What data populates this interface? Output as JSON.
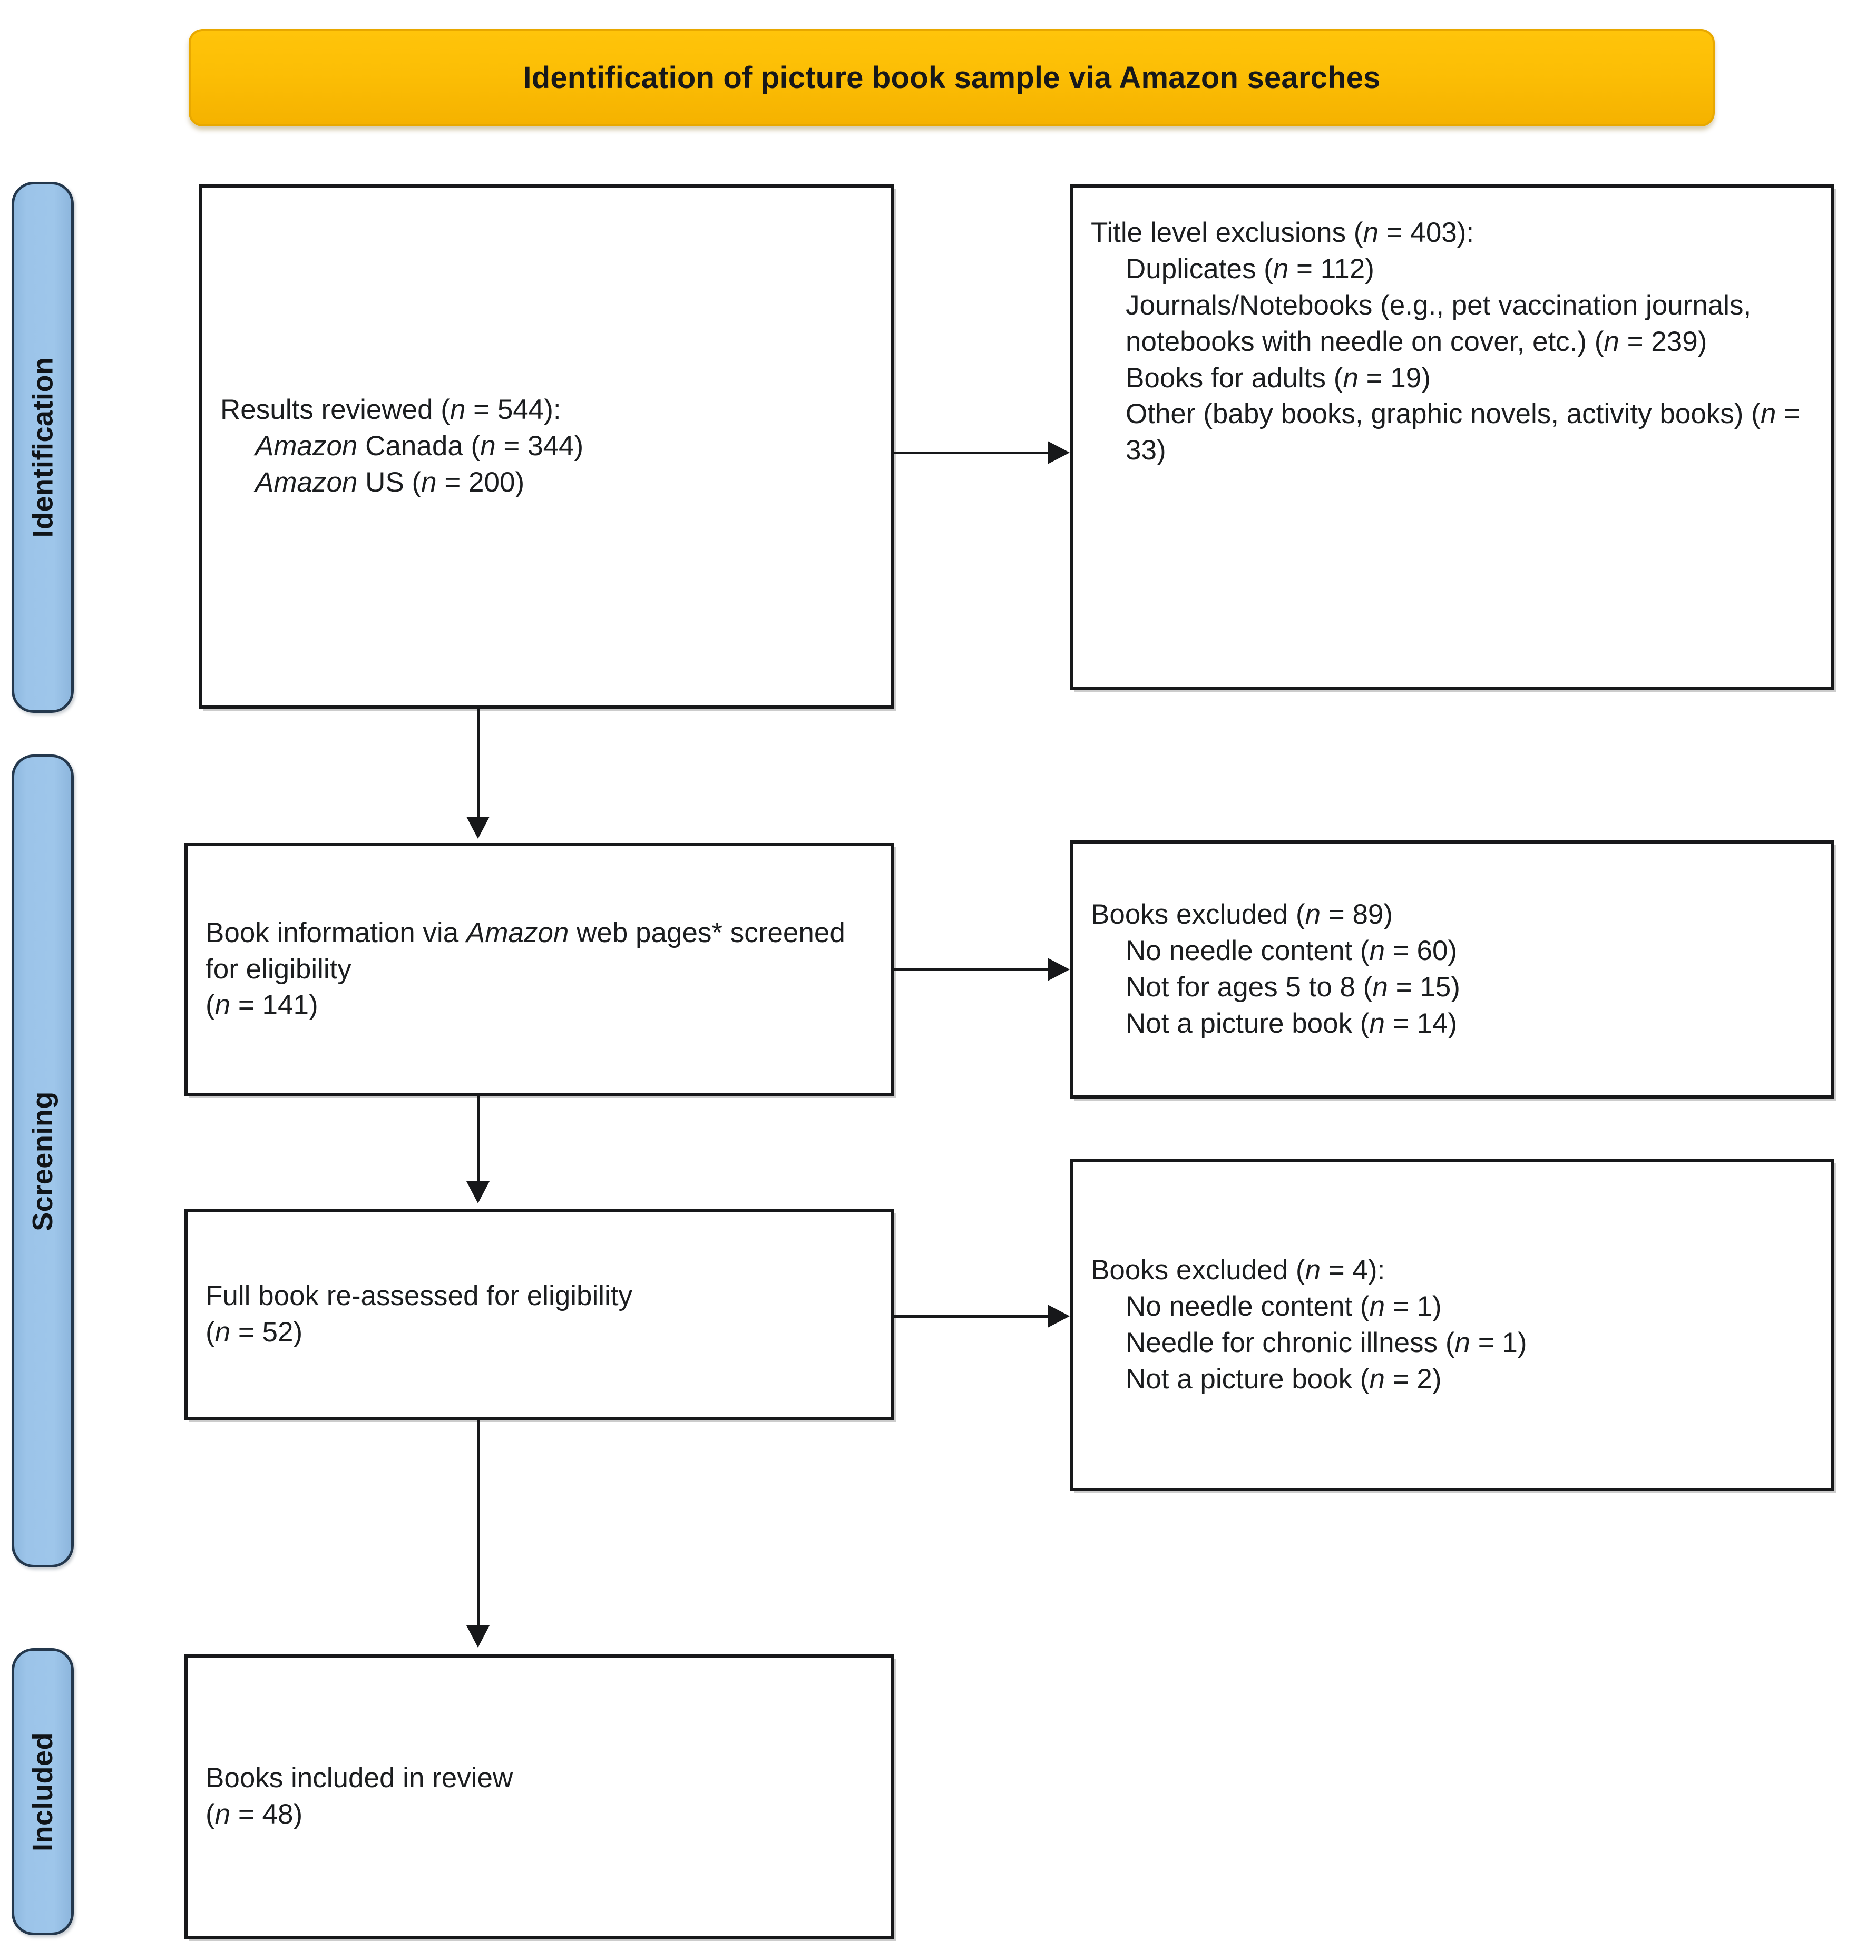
{
  "header": {
    "title": "Identification of picture book sample via Amazon searches",
    "background_color": "#FBBC05",
    "text_color": "#17181a"
  },
  "stages": {
    "background_color": "#9DC3E6",
    "border_color": "#24384d",
    "items": [
      {
        "label": "Identification"
      },
      {
        "label": "Screening"
      },
      {
        "label": "Included"
      }
    ]
  },
  "boxes": {
    "results_reviewed": {
      "lines": [
        {
          "text": "Results reviewed (n = 544):",
          "indent": false,
          "italic_prefix": ""
        },
        {
          "text": "Amazon Canada (n = 344)",
          "indent": true,
          "italic_prefix": "Amazon"
        },
        {
          "text": "Amazon US (n = 200)",
          "indent": true,
          "italic_prefix": "Amazon"
        }
      ],
      "l1_a": "Results reviewed (",
      "l1_n": "n",
      "l1_b": " = 544):",
      "l2_i": "Amazon",
      "l2_a": " Canada (",
      "l2_n": "n",
      "l2_b": " = 344)",
      "l3_i": "Amazon",
      "l3_a": " US (",
      "l3_n": "n",
      "l3_b": " = 200)"
    },
    "title_level_exclusions": {
      "l1_a": "Title level exclusions (",
      "l1_n": "n",
      "l1_b": " = 403):",
      "l2_a": "Duplicates (",
      "l2_n": "n",
      "l2_b": " = 112)",
      "l3_a": "Journals/Notebooks (e.g., pet vaccination journals, notebooks with needle on cover, etc.) (",
      "l3_n": "n",
      "l3_b": " = 239)",
      "l4_a": "Books for adults (",
      "l4_n": "n",
      "l4_b": " = 19)",
      "l5_a": "Other (baby books, graphic novels, activity books) (",
      "l5_n": "n",
      "l5_b": " = 33)"
    },
    "book_info_screened": {
      "l1_a": "Book information via ",
      "l1_i": "Amazon",
      "l1_b": " web pages* screened for eligibility",
      "l2_a": "(",
      "l2_n": "n",
      "l2_b": " = 141)"
    },
    "books_excluded_89": {
      "l1_a": "Books excluded (",
      "l1_n": "n",
      "l1_b": " = 89)",
      "l2_a": "No needle content (",
      "l2_n": "n",
      "l2_b": " = 60)",
      "l3_a": "Not for ages 5 to 8 (",
      "l3_n": "n",
      "l3_b": " = 15)",
      "l4_a": "Not a picture book (",
      "l4_n": "n",
      "l4_b": " = 14)"
    },
    "full_book_reassessed": {
      "l1": "Full book re-assessed for eligibility",
      "l2_a": "(",
      "l2_n": "n",
      "l2_b": " = 52)"
    },
    "books_excluded_4": {
      "l1_a": "Books excluded (",
      "l1_n": "n",
      "l1_b": " = 4):",
      "l2_a": "No needle content (",
      "l2_n": "n",
      "l2_b": " = 1)",
      "l3_a": "Needle for chronic illness (",
      "l3_n": "n",
      "l3_b": " = 1)",
      "l4_a": "Not a picture book (",
      "l4_n": "n",
      "l4_b": " = 2)"
    },
    "books_included": {
      "l1": "Books included in review",
      "l2_a": "(",
      "l2_n": "n",
      "l2_b": " = 48)"
    }
  },
  "chart_data": {
    "type": "diagram",
    "title": "Identification of picture book sample via Amazon searches",
    "flow": "PRISMA",
    "stages": [
      "Identification",
      "Screening",
      "Included"
    ],
    "nodes": [
      {
        "id": "results_reviewed",
        "stage": "Identification",
        "label": "Results reviewed",
        "n": 544,
        "breakdown": [
          {
            "label": "Amazon Canada",
            "n": 344
          },
          {
            "label": "Amazon US",
            "n": 200
          }
        ]
      },
      {
        "id": "title_level_exclusions",
        "stage": "Identification",
        "label": "Title level exclusions",
        "n": 403,
        "breakdown": [
          {
            "label": "Duplicates",
            "n": 112
          },
          {
            "label": "Journals/Notebooks (e.g., pet vaccination journals, notebooks with needle on cover, etc.)",
            "n": 239
          },
          {
            "label": "Books for adults",
            "n": 19
          },
          {
            "label": "Other (baby books, graphic novels, activity books)",
            "n": 33
          }
        ]
      },
      {
        "id": "book_info_screened",
        "stage": "Screening",
        "label": "Book information via Amazon web pages* screened for eligibility",
        "n": 141
      },
      {
        "id": "books_excluded_89",
        "stage": "Screening",
        "label": "Books excluded",
        "n": 89,
        "breakdown": [
          {
            "label": "No needle content",
            "n": 60
          },
          {
            "label": "Not for ages 5 to 8",
            "n": 15
          },
          {
            "label": "Not a picture book",
            "n": 14
          }
        ]
      },
      {
        "id": "full_book_reassessed",
        "stage": "Screening",
        "label": "Full book re-assessed for eligibility",
        "n": 52
      },
      {
        "id": "books_excluded_4",
        "stage": "Screening",
        "label": "Books excluded",
        "n": 4,
        "breakdown": [
          {
            "label": "No needle content",
            "n": 1
          },
          {
            "label": "Needle for chronic illness",
            "n": 1
          },
          {
            "label": "Not a picture book",
            "n": 2
          }
        ]
      },
      {
        "id": "books_included",
        "stage": "Included",
        "label": "Books included in review",
        "n": 48
      }
    ],
    "edges": [
      {
        "from": "results_reviewed",
        "to": "title_level_exclusions",
        "direction": "right"
      },
      {
        "from": "results_reviewed",
        "to": "book_info_screened",
        "direction": "down"
      },
      {
        "from": "book_info_screened",
        "to": "books_excluded_89",
        "direction": "right"
      },
      {
        "from": "book_info_screened",
        "to": "full_book_reassessed",
        "direction": "down"
      },
      {
        "from": "full_book_reassessed",
        "to": "books_excluded_4",
        "direction": "right"
      },
      {
        "from": "full_book_reassessed",
        "to": "books_included",
        "direction": "down"
      }
    ]
  }
}
